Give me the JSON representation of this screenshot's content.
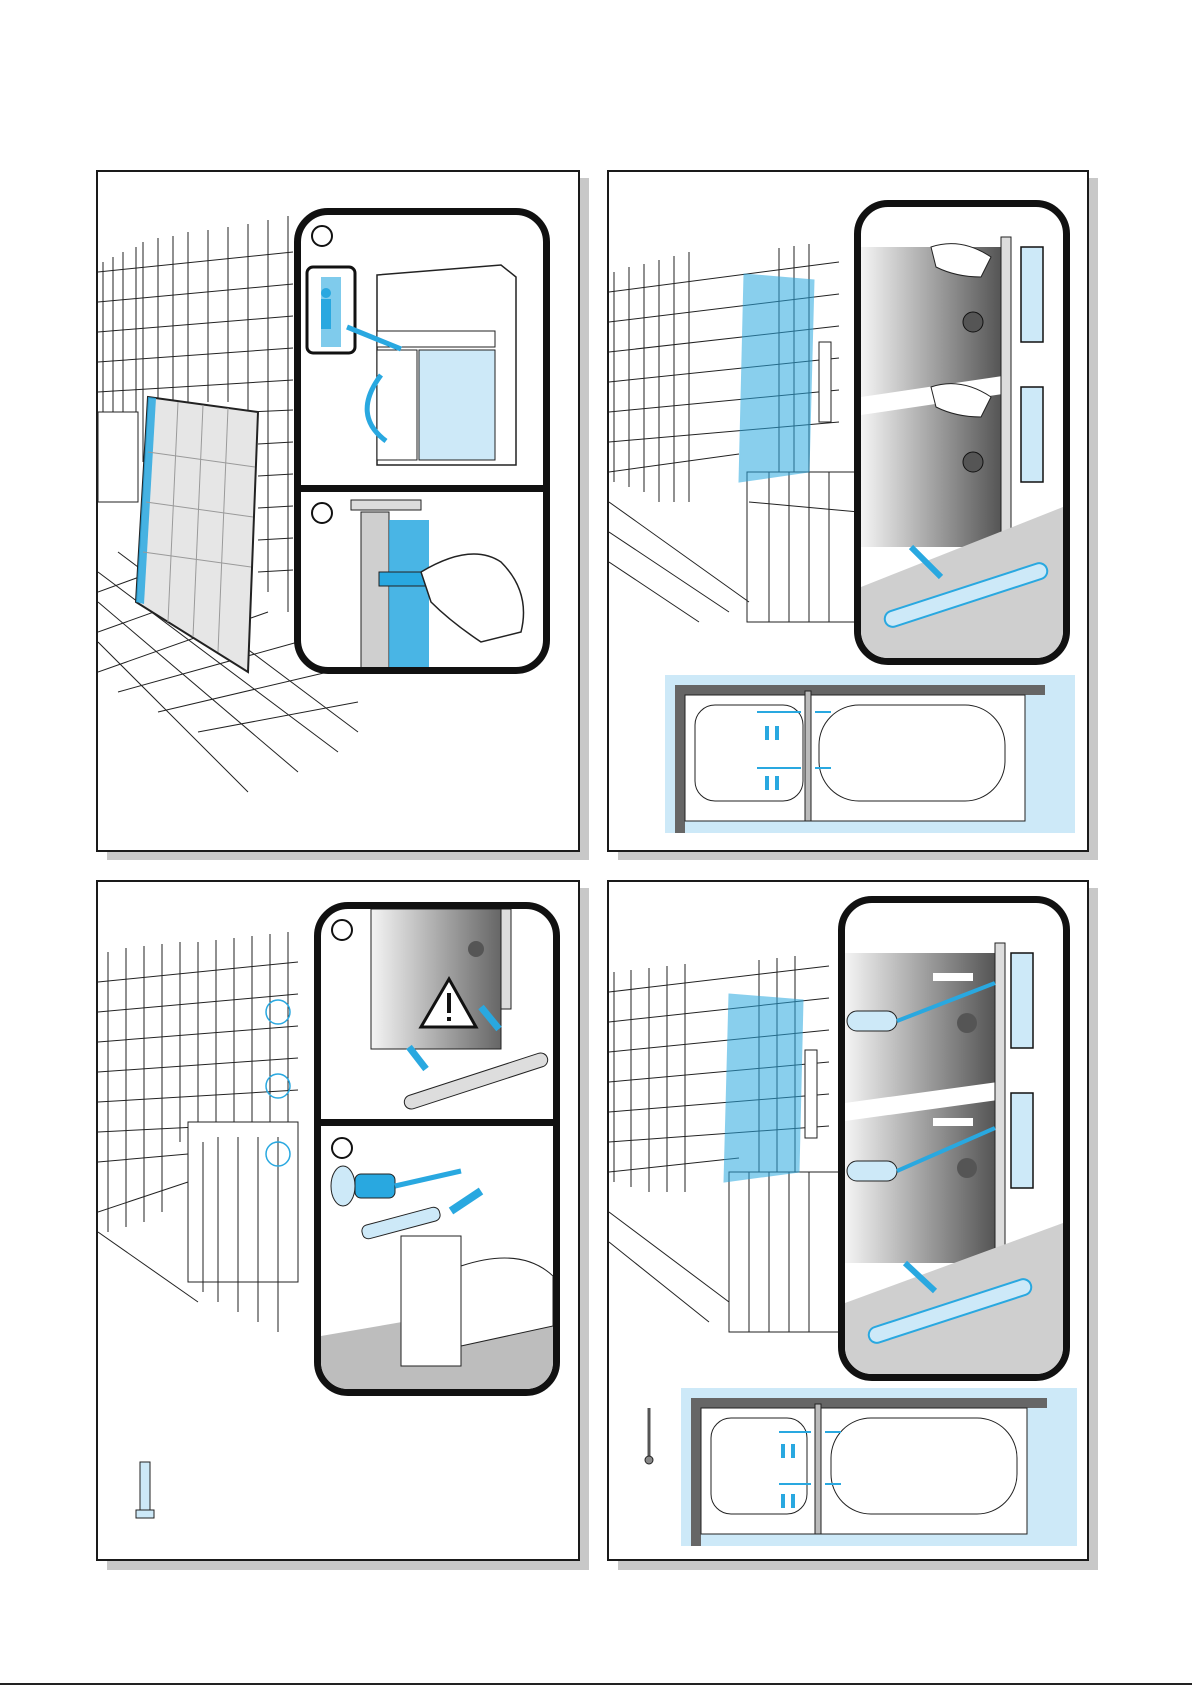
{
  "document": {
    "type": "assembly-instructions",
    "panels": [
      {
        "name": "panel-1",
        "subject": "remove-protective-film",
        "zoom_steps": 2
      },
      {
        "name": "panel-2",
        "subject": "attach-panel-to-wall-profile",
        "zoom_steps": 1
      },
      {
        "name": "panel-3",
        "subject": "drill-and-insert-wall-plugs",
        "zoom_steps": 2
      },
      {
        "name": "panel-4",
        "subject": "screw-wall-profile",
        "zoom_steps": 1
      }
    ]
  },
  "colors": {
    "accent_blue": "#29a8e0",
    "light_blue": "#cde9f8",
    "line": "#1a1a1a",
    "shadow": "#c8c8c8"
  },
  "icons": [
    "warning-triangle-icon",
    "arrow-icon",
    "screwdriver-icon",
    "drill-icon",
    "wall-plug-icon",
    "screw-icon",
    "hand-icon",
    "worker-icon"
  ]
}
